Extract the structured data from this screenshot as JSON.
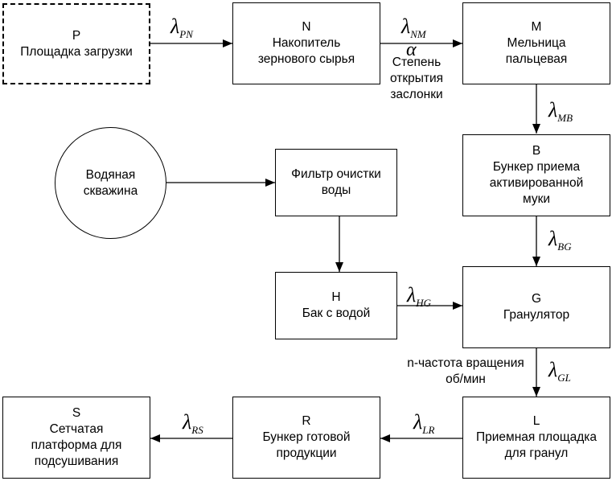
{
  "nodes": {
    "P": {
      "id": "P",
      "label": "Площадка загрузки"
    },
    "N": {
      "id": "N",
      "label_line1": "Накопитель",
      "label_line2": "зернового сырья"
    },
    "M": {
      "id": "M",
      "label_line1": "Мельница",
      "label_line2": "пальцевая"
    },
    "B": {
      "id": "B",
      "label_line1": "Бункер приема",
      "label_line2": "активированной",
      "label_line3": "муки"
    },
    "W": {
      "label_line1": "Водяная",
      "label_line2": "скважина"
    },
    "F": {
      "label_line1": "Фильтр очистки",
      "label_line2": "воды"
    },
    "H": {
      "id": "H",
      "label": "Бак с водой"
    },
    "G": {
      "id": "G",
      "label": "Гранулятор"
    },
    "L": {
      "id": "L",
      "label_line1": "Приемная площадка",
      "label_line2": "для гранул"
    },
    "R": {
      "id": "R",
      "label_line1": "Бункер готовой",
      "label_line2": "продукции"
    },
    "S": {
      "id": "S",
      "label_line1": "Сетчатая",
      "label_line2": "платформа для",
      "label_line3": "подсушивания"
    }
  },
  "edges": {
    "PN": {
      "symbol": "λ",
      "sub": "PN"
    },
    "NM": {
      "symbol": "λ",
      "sub": "NM",
      "param": "α",
      "note_line1": "Степень",
      "note_line2": "открытия",
      "note_line3": "заслонки"
    },
    "MB": {
      "symbol": "λ",
      "sub": "MB"
    },
    "BG": {
      "symbol": "λ",
      "sub": "BG"
    },
    "HG": {
      "symbol": "λ",
      "sub": "HG"
    },
    "GL": {
      "symbol": "λ",
      "sub": "GL",
      "note_line1": "n-частота вращения",
      "note_line2": "об/мин"
    },
    "LR": {
      "symbol": "λ",
      "sub": "LR"
    },
    "RS": {
      "symbol": "λ",
      "sub": "RS"
    }
  }
}
